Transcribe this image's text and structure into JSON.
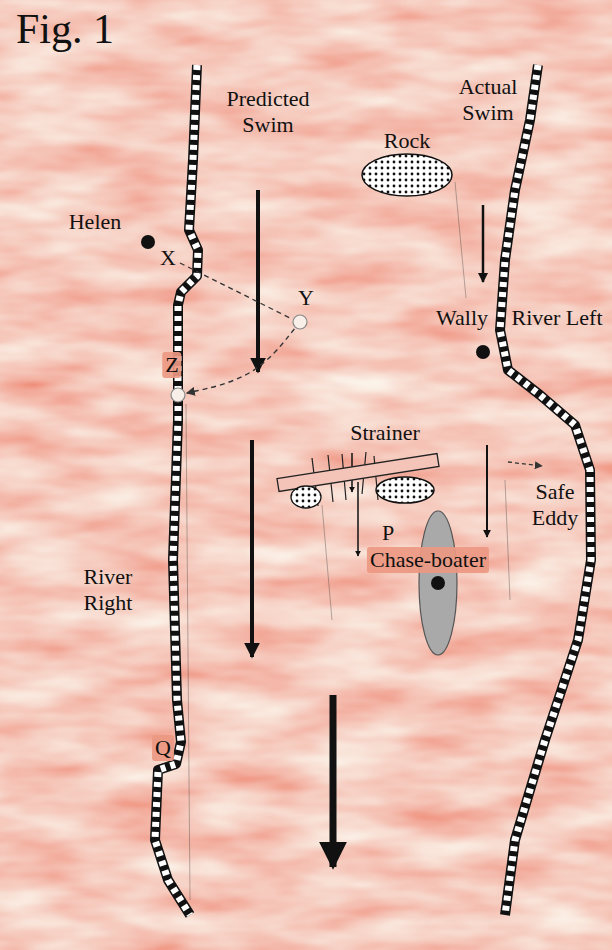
{
  "diagram": {
    "title": "Fig. 1",
    "nodes": [
      {
        "text": [
          "Rock"
        ]
      },
      {
        "text": [
          "Y"
        ]
      },
      {
        "text": [
          "Z"
        ]
      },
      {
        "text": [
          "P"
        ]
      },
      {
        "text": [
          "Chase-boater"
        ]
      }
    ],
    "edges": [
      {
        "from": 1,
        "to": 2,
        "arrow": "to"
      }
    ],
    "labels": [
      "Predicted Swim",
      "Actual Swim",
      "Helen",
      "X",
      "Wally",
      "River Left",
      "Strainer",
      "Safe Eddy",
      "River Right",
      "Q"
    ]
  }
}
